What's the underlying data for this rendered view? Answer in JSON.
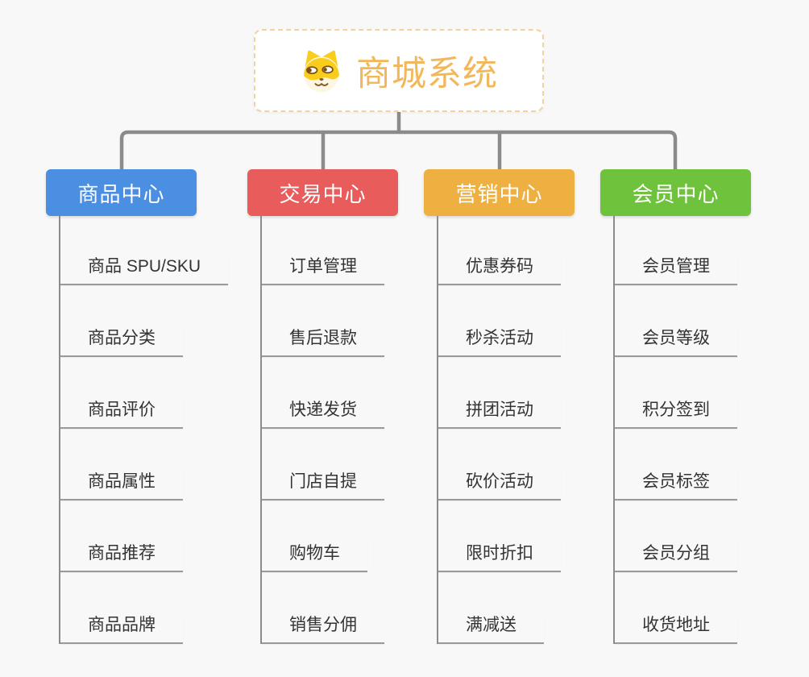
{
  "root": {
    "title": "商城系统",
    "icon": "dog-face-icon"
  },
  "branches": [
    {
      "label": "商品中心",
      "color": "#4b8fe2",
      "items": [
        "商品 SPU/SKU",
        "商品分类",
        "商品评价",
        "商品属性",
        "商品推荐",
        "商品品牌"
      ]
    },
    {
      "label": "交易中心",
      "color": "#e85c5c",
      "items": [
        "订单管理",
        "售后退款",
        "快递发货",
        "门店自提",
        "购物车",
        "销售分佣"
      ]
    },
    {
      "label": "营销中心",
      "color": "#edb041",
      "items": [
        "优惠券码",
        "秒杀活动",
        "拼团活动",
        "砍价活动",
        "限时折扣",
        "满减送"
      ]
    },
    {
      "label": "会员中心",
      "color": "#6ec23c",
      "items": [
        "会员管理",
        "会员等级",
        "积分签到",
        "会员标签",
        "会员分组",
        "收货地址"
      ]
    }
  ],
  "colors": {
    "background": "#f8f8f8",
    "root_text": "#f2b75a",
    "root_border": "#f1d3a1",
    "connector": "#8b8b8b",
    "leaf_text": "#333333",
    "leaf_line": "#9a9a9a"
  }
}
